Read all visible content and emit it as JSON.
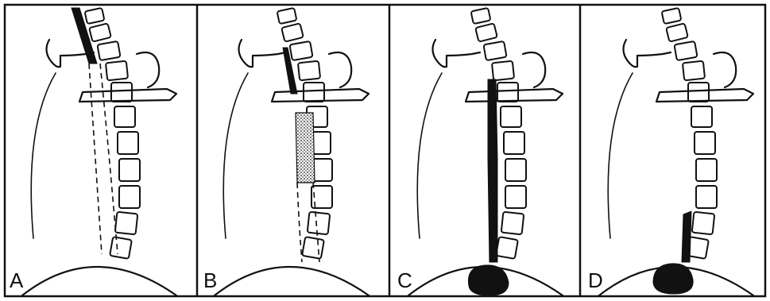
{
  "figure": {
    "panels": [
      {
        "label": "A",
        "contrast": "upper-segment-dark"
      },
      {
        "label": "B",
        "contrast": "lower-segment-stippled"
      },
      {
        "label": "C",
        "contrast": "full-column-dark-with-pool"
      },
      {
        "label": "D",
        "contrast": "short-column-with-pool"
      }
    ]
  }
}
